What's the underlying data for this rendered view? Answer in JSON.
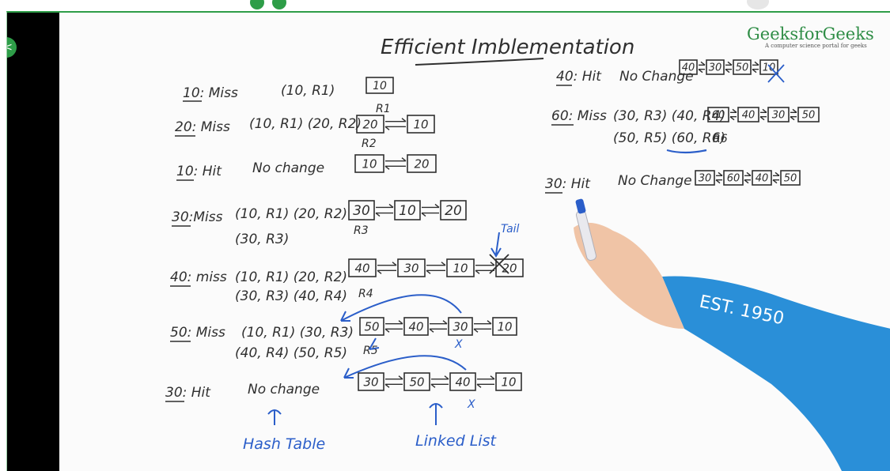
{
  "player": {
    "back_label": "<"
  },
  "brand": {
    "name": "GeeksforGeeks",
    "tagline": "A computer science portal for geeks"
  },
  "board": {
    "title": "Efficient Imblementation",
    "left_steps": [
      {
        "key": "10: Miss",
        "desc": "(10, R1)"
      },
      {
        "key": "20: Miss",
        "desc": "(10, R1) (20, R2)"
      },
      {
        "key": "10: Hit",
        "desc": "No change"
      },
      {
        "key": "30:Miss",
        "desc": "(10, R1) (20, R2)",
        "desc2": "(30, R3)"
      },
      {
        "key": "40: miss",
        "desc": "(10, R1) (20, R2)",
        "desc2": "(30, R3) (40, R4)"
      },
      {
        "key": "50: Miss",
        "desc": "(10, R1) (30, R3)",
        "desc2": "(40, R4) (50, R5)"
      },
      {
        "key": "30: Hit",
        "desc": "No change"
      }
    ],
    "right_steps": [
      {
        "key": "40: Hit",
        "desc": "No Change"
      },
      {
        "key": "60: Miss",
        "desc": "(30, R3) (40, R4)",
        "desc2": "(50, R5) (60, R6)"
      },
      {
        "key": "30: Hit",
        "desc": "No Change"
      }
    ],
    "lists": {
      "r1": [
        "10"
      ],
      "r2": [
        "20",
        "10"
      ],
      "r3": [
        "10",
        "20"
      ],
      "r4": [
        "30",
        "10",
        "20"
      ],
      "r5": [
        "40",
        "30",
        "10",
        "20"
      ],
      "r6": [
        "50",
        "40",
        "30",
        "10"
      ],
      "r7": [
        "30",
        "50",
        "40",
        "10"
      ],
      "rr1": [
        "40",
        "30",
        "50",
        "10"
      ],
      "rr2": [
        "60",
        "40",
        "30",
        "50"
      ],
      "rr3": [
        "30",
        "60",
        "40",
        "50"
      ]
    },
    "annotations": {
      "r1": "R1",
      "r2": "R2",
      "r3": "R3",
      "r4": "R4",
      "r5": "R5",
      "r6": "R6",
      "tail": "Tail",
      "x": "X",
      "hash_table": "Hash Table",
      "linked_list": "Linked List"
    },
    "shirt_text": "EST. 1950"
  }
}
